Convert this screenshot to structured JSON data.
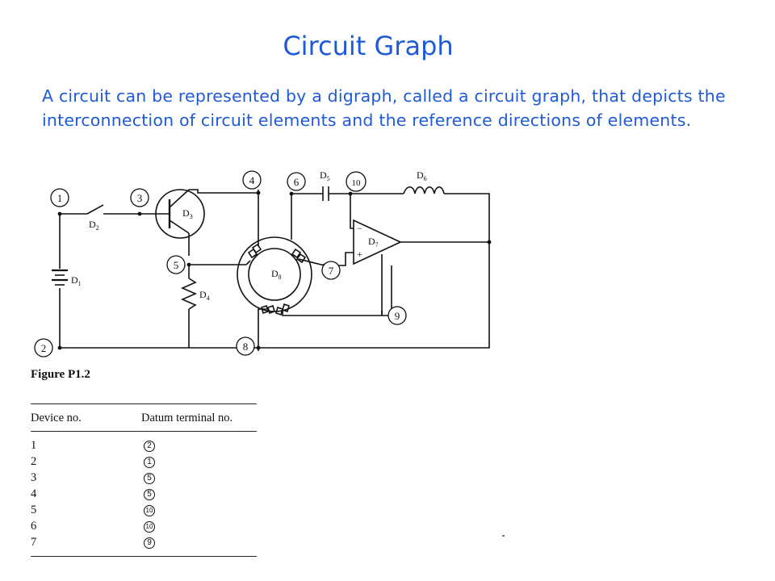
{
  "title": "Circuit Graph",
  "intro": "A circuit can be represented by a digraph, called a circuit graph, that depicts the interconnection of circuit elements and the reference directions of elements.",
  "figure": {
    "caption": "Figure P1.2",
    "nodes": [
      "1",
      "2",
      "3",
      "4",
      "5",
      "6",
      "7",
      "8",
      "9",
      "10"
    ],
    "devices": [
      {
        "id": "D1",
        "letter": "D",
        "sub": "1"
      },
      {
        "id": "D2",
        "letter": "D",
        "sub": "2"
      },
      {
        "id": "D3",
        "letter": "D",
        "sub": "3"
      },
      {
        "id": "D4",
        "letter": "D",
        "sub": "4"
      },
      {
        "id": "D5",
        "letter": "D",
        "sub": "5"
      },
      {
        "id": "D6",
        "letter": "D",
        "sub": "6"
      },
      {
        "id": "D7",
        "letter": "D",
        "sub": "7"
      },
      {
        "id": "D8",
        "letter": "D",
        "sub": "8"
      }
    ],
    "opamp_minus": "−",
    "opamp_plus": "+"
  },
  "table": {
    "headers": [
      "Device no.",
      "Datum terminal no."
    ],
    "rows": [
      {
        "device": "1",
        "datum": "2"
      },
      {
        "device": "2",
        "datum": "1"
      },
      {
        "device": "3",
        "datum": "5"
      },
      {
        "device": "4",
        "datum": "5"
      },
      {
        "device": "5",
        "datum": "10"
      },
      {
        "device": "6",
        "datum": "10"
      },
      {
        "device": "7",
        "datum": "9"
      }
    ]
  }
}
